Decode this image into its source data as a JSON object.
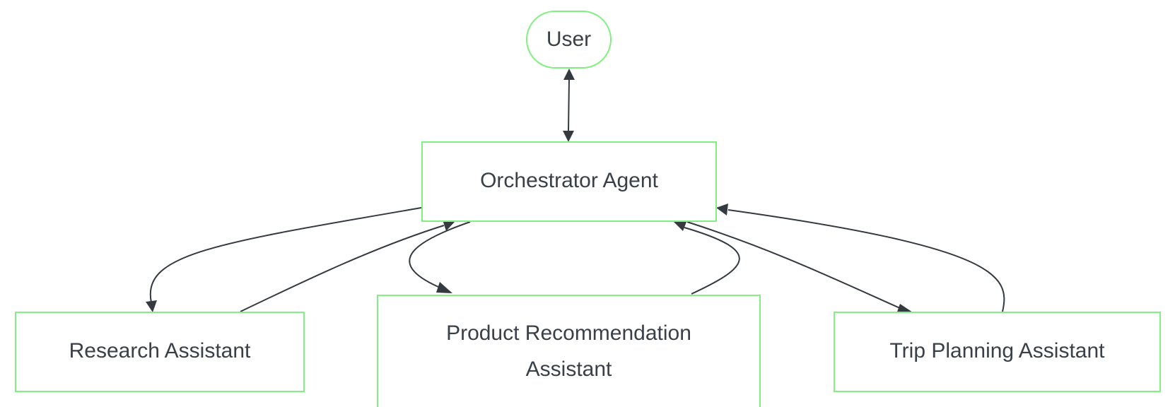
{
  "diagram": {
    "nodes": {
      "user": "User",
      "orchestrator": "Orchestrator Agent",
      "research": "Research Assistant",
      "product_line1": "Product Recommendation",
      "product_line2": "Assistant",
      "trip": "Trip Planning Assistant"
    },
    "edges": [
      {
        "from": "User",
        "to": "Orchestrator Agent",
        "direction": "both"
      },
      {
        "from": "Orchestrator Agent",
        "to": "Research Assistant"
      },
      {
        "from": "Research Assistant",
        "to": "Orchestrator Agent"
      },
      {
        "from": "Orchestrator Agent",
        "to": "Product Recommendation Assistant"
      },
      {
        "from": "Product Recommendation Assistant",
        "to": "Orchestrator Agent"
      },
      {
        "from": "Orchestrator Agent",
        "to": "Trip Planning Assistant"
      },
      {
        "from": "Trip Planning Assistant",
        "to": "Orchestrator Agent"
      }
    ],
    "colors": {
      "node_border": "#80f080",
      "text": "#3a4047",
      "edge": "#343a40",
      "background": "#ffffff"
    }
  }
}
